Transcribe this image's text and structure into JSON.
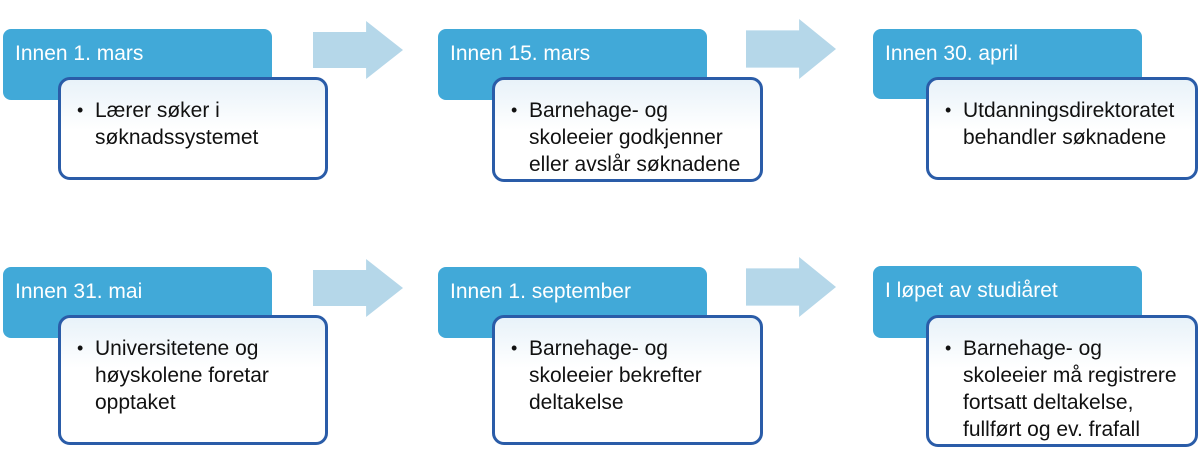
{
  "colors": {
    "header_bg": "#41a9d8",
    "header_text": "#ffffff",
    "arrow": "#b5d7e9",
    "box_border": "#2a5ca8",
    "box_tint_top": "#e8f2f9",
    "body_text": "#111111"
  },
  "bullet_glyph": "•",
  "steps": [
    {
      "header": "Innen 1. mars",
      "bullet": "Lærer søker i\nsøknadssystemet"
    },
    {
      "header": "Innen 15. mars",
      "bullet": "Barnehage- og\nskoleeier godkjenner\neller avslår søknadene"
    },
    {
      "header": "Innen 30. april",
      "bullet": "Utdanningsdirektoratet\nbehandler søknadene"
    },
    {
      "header": "Innen 31. mai",
      "bullet": "Universitetene og\nhøyskolene foretar\nopptaket"
    },
    {
      "header": "Innen 1. september",
      "bullet": "Barnehage- og\nskoleeier bekrefter\ndeltakelse"
    },
    {
      "header": "I løpet av studiåret",
      "bullet": "Barnehage- og\nskoleeier må registrere\nfortsatt deltakelse,\nfullført og ev. frafall"
    }
  ]
}
